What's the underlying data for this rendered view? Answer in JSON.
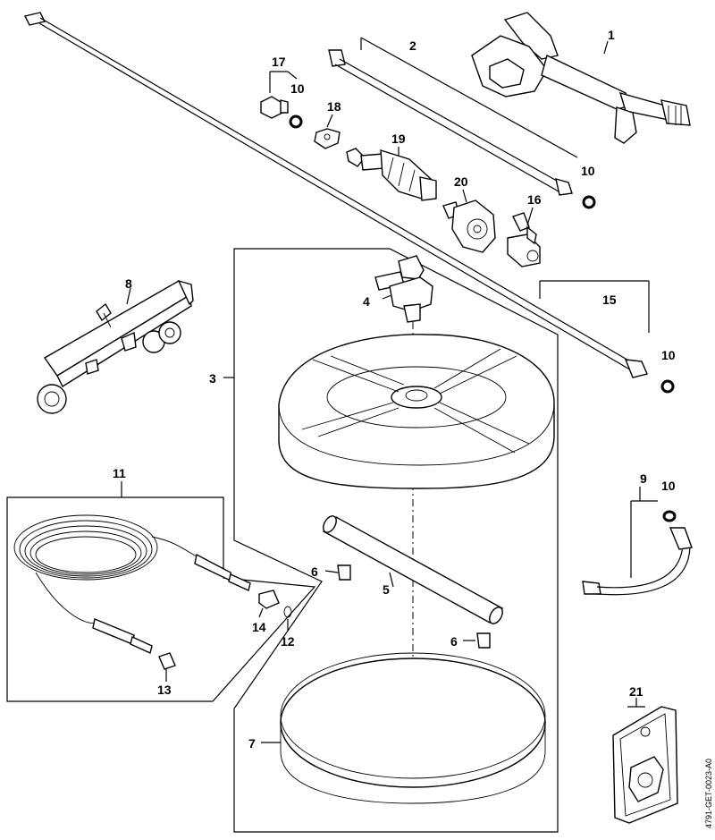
{
  "labels": {
    "p1": "1",
    "p2": "2",
    "p3": "3",
    "p4": "4",
    "p5": "5",
    "p6a": "6",
    "p6b": "6",
    "p7": "7",
    "p8": "8",
    "p9": "9",
    "p10a": "10",
    "p10b": "10",
    "p10c": "10",
    "p10d": "10",
    "p11": "11",
    "p12": "12",
    "p13": "13",
    "p14": "14",
    "p15": "15",
    "p16": "16",
    "p17": "17",
    "p18": "18",
    "p19": "19",
    "p20": "20",
    "p21": "21"
  },
  "drawing_code": "4791-GET-0023-A0"
}
